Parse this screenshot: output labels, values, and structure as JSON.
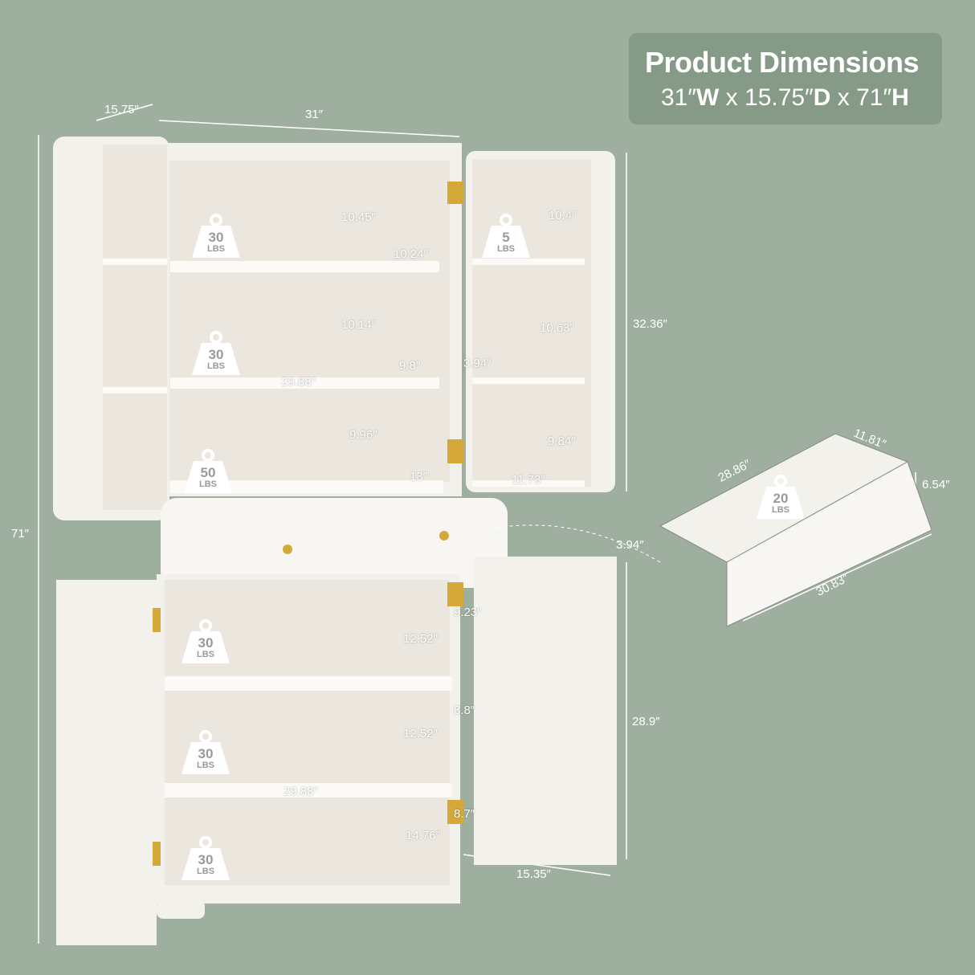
{
  "header": {
    "title": "Product Dimensions",
    "width_value": "31″",
    "width_letter": "W",
    "depth_value": "15.75″",
    "depth_letter": "D",
    "height_value": "71″",
    "height_letter": "H",
    "separator": "x"
  },
  "colors": {
    "background": "#9eafa0",
    "title_box": "#869a88",
    "cabinet": "#f3f1ec",
    "hinge": "#d4a93a"
  },
  "overall": {
    "depth": "15.75″",
    "width": "31″",
    "height": "71″"
  },
  "upper_cabinet": {
    "shelf_heights": [
      "10.45″",
      "10.14″",
      "9.96″"
    ],
    "shelf_depths": [
      "10.24″",
      "9.8″",
      "13″"
    ],
    "shelf_width": "29.88″",
    "door_shelf_heights": [
      "10.4″",
      "10.63″",
      "9.84″"
    ],
    "door_shelf_depth": "3.94″",
    "door_shelf_width": "11.73″",
    "door_height": "32.36″"
  },
  "drawer": {
    "depth": "28.86″",
    "width_inner": "11.81″",
    "height": "6.54″",
    "inner_height": "3.94″",
    "length": "30.83″"
  },
  "lower_cabinet": {
    "shelf_heights": [
      "9.23″",
      "8.8″",
      "8.7″"
    ],
    "shelf_depths": [
      "12.52″",
      "12.52″",
      "14.76″"
    ],
    "shelf_width": "29.88″",
    "door_width": "15.35″",
    "door_height": "28.9″"
  },
  "weights": [
    {
      "value": "30",
      "unit": "LBS"
    },
    {
      "value": "5",
      "unit": "LBS"
    },
    {
      "value": "30",
      "unit": "LBS"
    },
    {
      "value": "50",
      "unit": "LBS"
    },
    {
      "value": "20",
      "unit": "LBS"
    },
    {
      "value": "30",
      "unit": "LBS"
    },
    {
      "value": "30",
      "unit": "LBS"
    },
    {
      "value": "30",
      "unit": "LBS"
    }
  ]
}
